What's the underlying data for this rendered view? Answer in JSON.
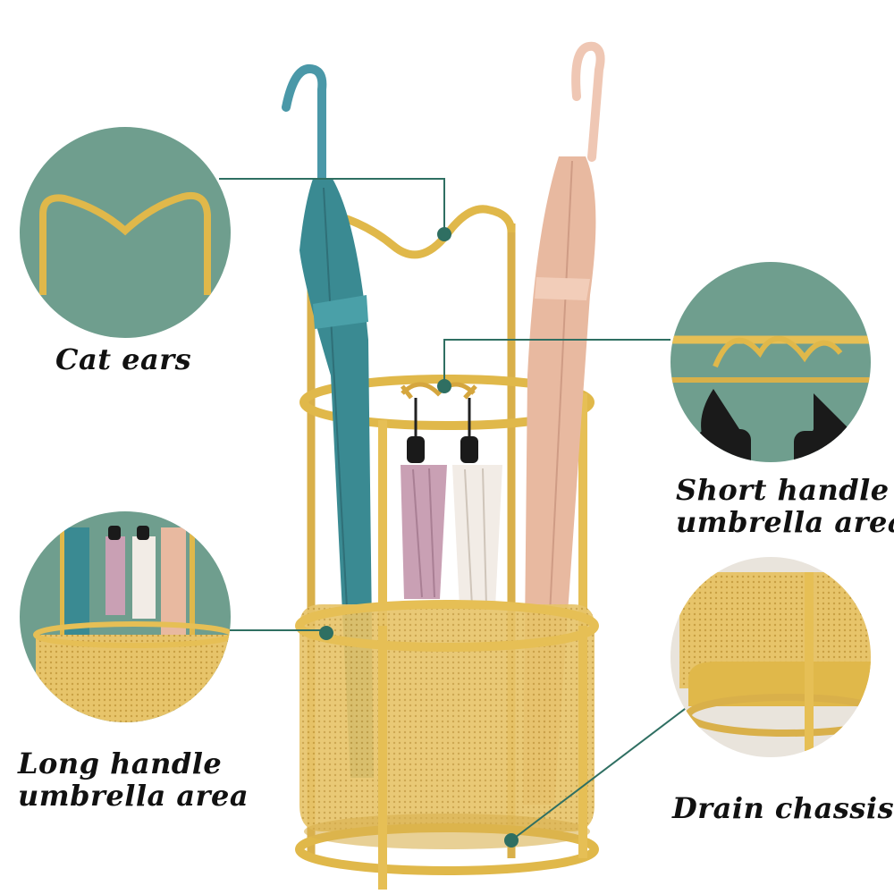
{
  "callouts": {
    "cat_ears": "Cat ears",
    "short_handle": [
      "Short handle",
      "umbrella area"
    ],
    "long_handle": [
      "Long handle",
      "umbrella area"
    ],
    "drain_chassis": "Drain chassis"
  },
  "colors": {
    "gold": "#e0b84a",
    "gold_dark": "#b88a2a",
    "teal_bg": "#6f9e8e",
    "umbrella_teal": "#3a8a92",
    "umbrella_peach": "#e8b9a0",
    "umbrella_mauve": "#c9a0b4",
    "umbrella_white": "#f2ece6",
    "callout_line": "#2f6f62"
  },
  "icons": [
    "cat-ears-detail",
    "short-hooks-detail",
    "long-area-detail",
    "drain-base-detail"
  ]
}
